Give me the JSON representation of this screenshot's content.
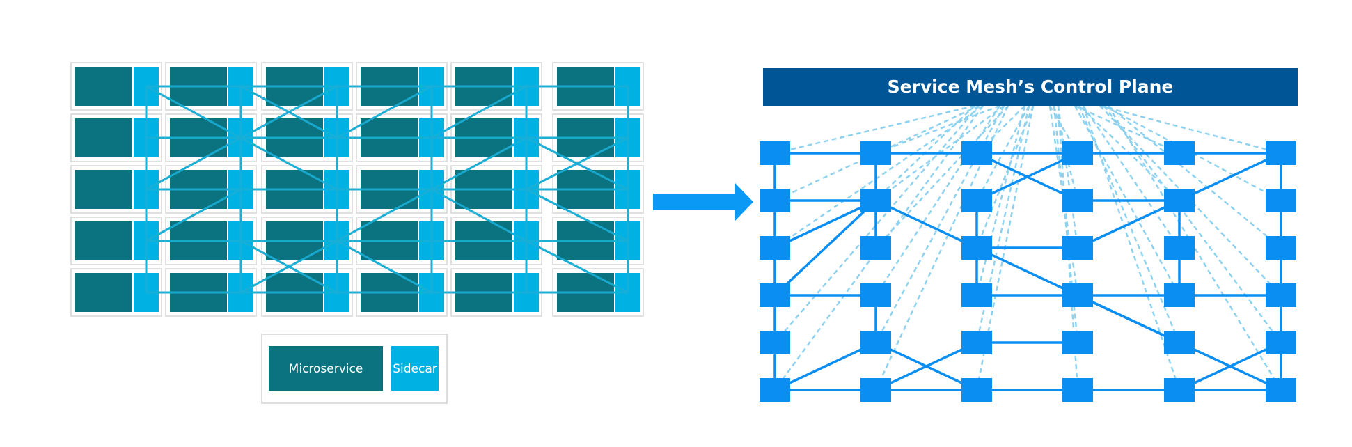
{
  "control_plane": {
    "title": "Service Mesh’s Control Plane"
  },
  "legend": {
    "microservice_label": "Microservice",
    "sidecar_label": "Sidecar"
  },
  "colors": {
    "microservice": "#0b7380",
    "sidecar": "#00b2e3",
    "cell_border": "#e0e0e0",
    "mesh_link": "#1aaed5",
    "node": "#0a8ef2",
    "control_bar": "#005596",
    "control_link": "#8fd2ef",
    "arrow": "#0a9af5"
  },
  "left_grid": {
    "rows": 5,
    "cols": 6
  },
  "right_grid": {
    "rows": 6,
    "cols": 6
  }
}
